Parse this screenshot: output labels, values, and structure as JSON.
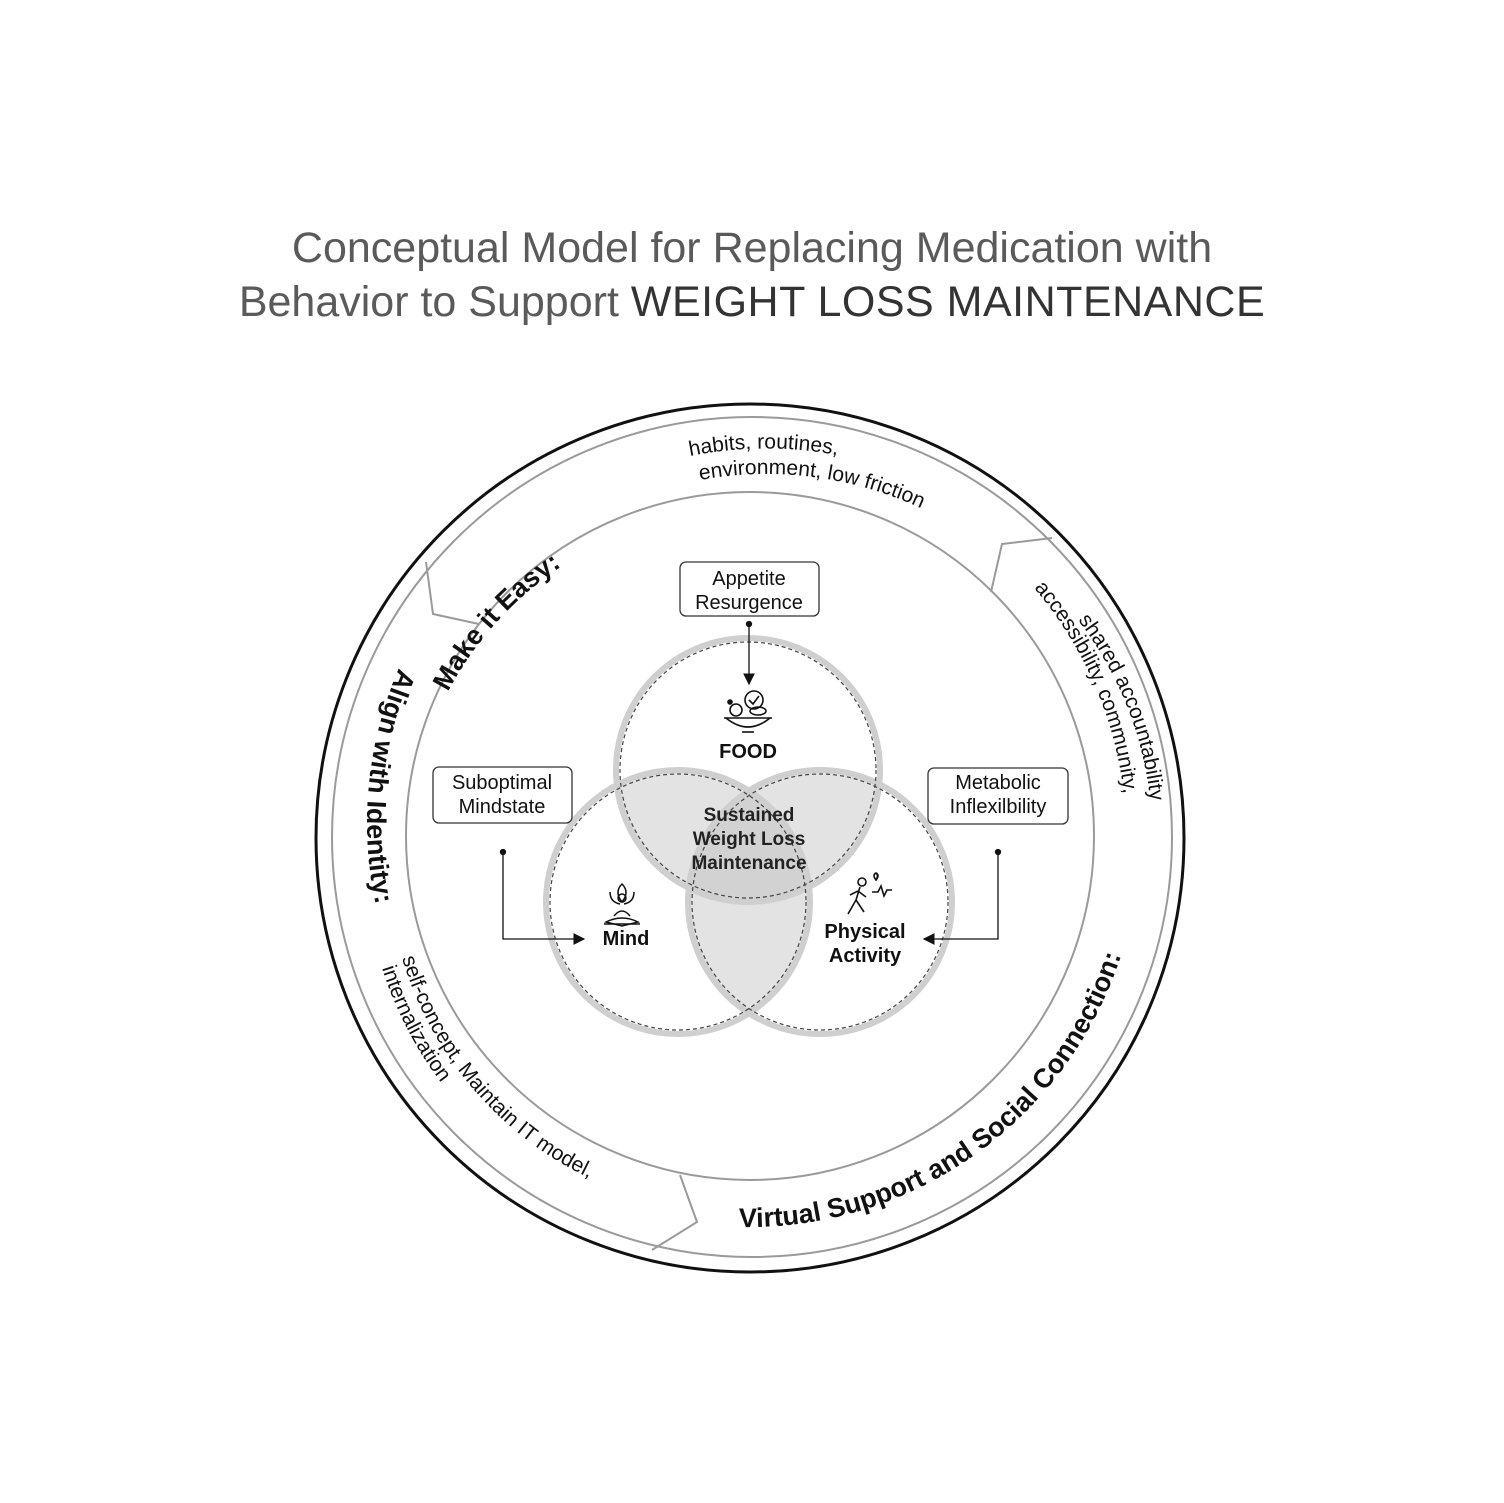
{
  "title": {
    "line1": "Conceptual Model for Replacing Medication with",
    "line2_light": "Behavior to Support ",
    "line2_bold": "WEIGHT LOSS MAINTENANCE"
  },
  "ring": {
    "make_easy": {
      "heading": "Make it Easy:",
      "detail_line1": "habits, routines,",
      "detail_line2": "environment, low friction"
    },
    "identity": {
      "heading": "Align with Identity:",
      "detail_line1": "self-concept, Maintain IT model,",
      "detail_line2": "internalization"
    },
    "social": {
      "heading": "Virtual Support and Social Connection:",
      "detail_line1": "accessibility, community,",
      "detail_line2": "shared accountability"
    }
  },
  "boxes": {
    "appetite": {
      "line1": "Appetite",
      "line2": "Resurgence"
    },
    "mindstate": {
      "line1": "Suboptimal",
      "line2": "Mindstate"
    },
    "metabolic": {
      "line1": "Metabolic",
      "line2": "Inflexilbility"
    }
  },
  "venn": {
    "food": "FOOD",
    "mind": "Mind",
    "activity_line1": "Physical",
    "activity_line2": "Activity",
    "center_line1": "Sustained",
    "center_line2": "Weight Loss",
    "center_line3": "Maintenance"
  },
  "icons": {
    "food": "food-bowl-check-icon",
    "mind": "meditation-lotus-icon",
    "activity": "walking-heart-icon"
  },
  "colors": {
    "overlap_fill": "#e3e3e3",
    "circle_stroke": "#cfcfcf",
    "ring_stroke": "#9a9a9a"
  }
}
